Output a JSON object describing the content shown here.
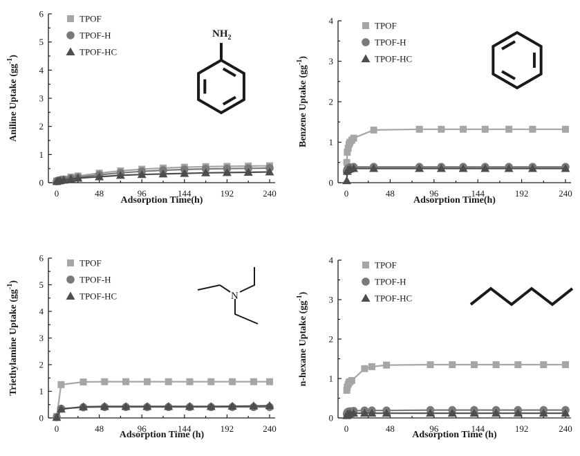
{
  "palette": {
    "TPOF": "#a6a6a6",
    "TPOF-H": "#7a7a7a",
    "TPOF-HC": "#4d4d4d"
  },
  "chart_data": [
    {
      "type": "line",
      "molecule": "aniline",
      "molecule_label": "NH",
      "molecule_label_sub": "2",
      "xlabel": "Adsorption Time(h)",
      "ylabel": "Aniline Uptake (gg",
      "ylabel_sup": "-1",
      "ylabel_tail": ")",
      "xlim": [
        0,
        240
      ],
      "ylim": [
        0,
        6
      ],
      "xticks": [
        0,
        48,
        96,
        144,
        192,
        240
      ],
      "yticks": [
        0,
        1,
        2,
        3,
        4,
        5,
        6
      ],
      "legend": "top-left",
      "series": [
        {
          "name": "TPOF",
          "marker": "square",
          "x": [
            0,
            2,
            4,
            8,
            16,
            24,
            48,
            72,
            96,
            120,
            144,
            168,
            192,
            216,
            240
          ],
          "y": [
            0.06,
            0.08,
            0.1,
            0.13,
            0.2,
            0.24,
            0.34,
            0.42,
            0.48,
            0.52,
            0.55,
            0.57,
            0.58,
            0.59,
            0.6
          ]
        },
        {
          "name": "TPOF-H",
          "marker": "circle",
          "x": [
            0,
            2,
            4,
            8,
            16,
            24,
            48,
            72,
            96,
            120,
            144,
            168,
            192,
            216,
            240
          ],
          "y": [
            0.05,
            0.07,
            0.09,
            0.11,
            0.16,
            0.19,
            0.28,
            0.35,
            0.4,
            0.44,
            0.47,
            0.49,
            0.5,
            0.51,
            0.52
          ]
        },
        {
          "name": "TPOF-HC",
          "marker": "triangle",
          "x": [
            0,
            2,
            4,
            8,
            16,
            24,
            48,
            72,
            96,
            120,
            144,
            168,
            192,
            216,
            240
          ],
          "y": [
            0.04,
            0.06,
            0.07,
            0.09,
            0.13,
            0.16,
            0.21,
            0.26,
            0.29,
            0.31,
            0.33,
            0.35,
            0.36,
            0.37,
            0.38
          ]
        }
      ]
    },
    {
      "type": "line",
      "molecule": "benzene",
      "xlabel": "Adsorption Time(h)",
      "ylabel": "Benzene Uptake (gg",
      "ylabel_sup": "-1",
      "ylabel_tail": ")",
      "xlim": [
        0,
        240
      ],
      "ylim": [
        0,
        4
      ],
      "xticks": [
        0,
        48,
        96,
        144,
        192,
        240
      ],
      "yticks": [
        0,
        1,
        2,
        3,
        4
      ],
      "legend": "top-left",
      "series": [
        {
          "name": "TPOF",
          "marker": "square",
          "x": [
            0.5,
            1,
            2,
            3,
            4,
            6,
            8,
            30,
            80,
            104,
            128,
            152,
            178,
            204,
            240
          ],
          "y": [
            0.5,
            0.75,
            0.85,
            0.95,
            1.0,
            1.05,
            1.1,
            1.3,
            1.32,
            1.32,
            1.32,
            1.32,
            1.32,
            1.32,
            1.32
          ]
        },
        {
          "name": "TPOF-H",
          "marker": "circle",
          "x": [
            0.5,
            1,
            2,
            4,
            8,
            30,
            80,
            104,
            128,
            152,
            178,
            204,
            240
          ],
          "y": [
            0.28,
            0.33,
            0.36,
            0.38,
            0.39,
            0.39,
            0.39,
            0.39,
            0.39,
            0.39,
            0.39,
            0.39,
            0.39
          ]
        },
        {
          "name": "TPOF-HC",
          "marker": "triangle",
          "x": [
            0.5,
            1,
            2,
            4,
            8,
            30,
            80,
            104,
            128,
            152,
            178,
            204,
            240
          ],
          "y": [
            0.05,
            0.28,
            0.32,
            0.34,
            0.35,
            0.35,
            0.35,
            0.35,
            0.35,
            0.35,
            0.35,
            0.35,
            0.35
          ]
        }
      ]
    },
    {
      "type": "line",
      "molecule": "triethylamine",
      "molecule_label": "N",
      "xlabel": "Adsorption Time (h)",
      "ylabel": "Triethylamine Uptake (gg",
      "ylabel_sup": "-1",
      "ylabel_tail": ")",
      "xlim": [
        0,
        240
      ],
      "ylim": [
        0,
        6
      ],
      "xticks": [
        0,
        48,
        96,
        144,
        192,
        240
      ],
      "yticks": [
        0,
        1,
        2,
        3,
        4,
        5,
        6
      ],
      "legend": "top-left",
      "series": [
        {
          "name": "TPOF",
          "marker": "square",
          "x": [
            0,
            5,
            30,
            54,
            78,
            102,
            126,
            150,
            174,
            198,
            222,
            240
          ],
          "y": [
            0.05,
            1.25,
            1.35,
            1.36,
            1.36,
            1.36,
            1.36,
            1.36,
            1.36,
            1.36,
            1.36,
            1.36
          ]
        },
        {
          "name": "TPOF-H",
          "marker": "circle",
          "x": [
            0,
            5,
            30,
            54,
            78,
            102,
            126,
            150,
            174,
            198,
            222,
            240
          ],
          "y": [
            0.03,
            0.35,
            0.4,
            0.41,
            0.41,
            0.41,
            0.41,
            0.41,
            0.41,
            0.41,
            0.41,
            0.41
          ]
        },
        {
          "name": "TPOF-HC",
          "marker": "triangle",
          "x": [
            0,
            5,
            30,
            54,
            78,
            102,
            126,
            150,
            174,
            198,
            222,
            240
          ],
          "y": [
            0.02,
            0.33,
            0.42,
            0.43,
            0.43,
            0.43,
            0.43,
            0.43,
            0.43,
            0.44,
            0.45,
            0.46
          ]
        }
      ]
    },
    {
      "type": "line",
      "molecule": "n-hexane",
      "xlabel": "Adsorption Time (h)",
      "ylabel": "n-hexane Uptake (gg",
      "ylabel_sup": "-1",
      "ylabel_tail": ")",
      "xlim": [
        0,
        240
      ],
      "ylim": [
        0,
        4
      ],
      "xticks": [
        0,
        48,
        96,
        144,
        192,
        240
      ],
      "yticks": [
        0,
        1,
        2,
        3,
        4
      ],
      "legend": "top-left",
      "series": [
        {
          "name": "TPOF",
          "marker": "square",
          "x": [
            0.5,
            1,
            2,
            3,
            4,
            6,
            20,
            28,
            44,
            92,
            116,
            140,
            164,
            188,
            216,
            240
          ],
          "y": [
            0.7,
            0.78,
            0.85,
            0.9,
            0.92,
            0.95,
            1.25,
            1.3,
            1.34,
            1.35,
            1.35,
            1.35,
            1.35,
            1.35,
            1.35,
            1.35
          ]
        },
        {
          "name": "TPOF-H",
          "marker": "circle",
          "x": [
            0.5,
            1,
            2,
            4,
            8,
            20,
            28,
            44,
            92,
            116,
            140,
            164,
            188,
            216,
            240
          ],
          "y": [
            0.1,
            0.14,
            0.16,
            0.17,
            0.18,
            0.19,
            0.19,
            0.19,
            0.2,
            0.2,
            0.2,
            0.2,
            0.2,
            0.2,
            0.2
          ]
        },
        {
          "name": "TPOF-HC",
          "marker": "triangle",
          "x": [
            0.5,
            1,
            2,
            4,
            8,
            20,
            28,
            44,
            92,
            116,
            140,
            164,
            188,
            216,
            240
          ],
          "y": [
            0.06,
            0.09,
            0.1,
            0.11,
            0.12,
            0.12,
            0.12,
            0.12,
            0.12,
            0.12,
            0.12,
            0.12,
            0.12,
            0.12,
            0.12
          ]
        }
      ]
    }
  ]
}
